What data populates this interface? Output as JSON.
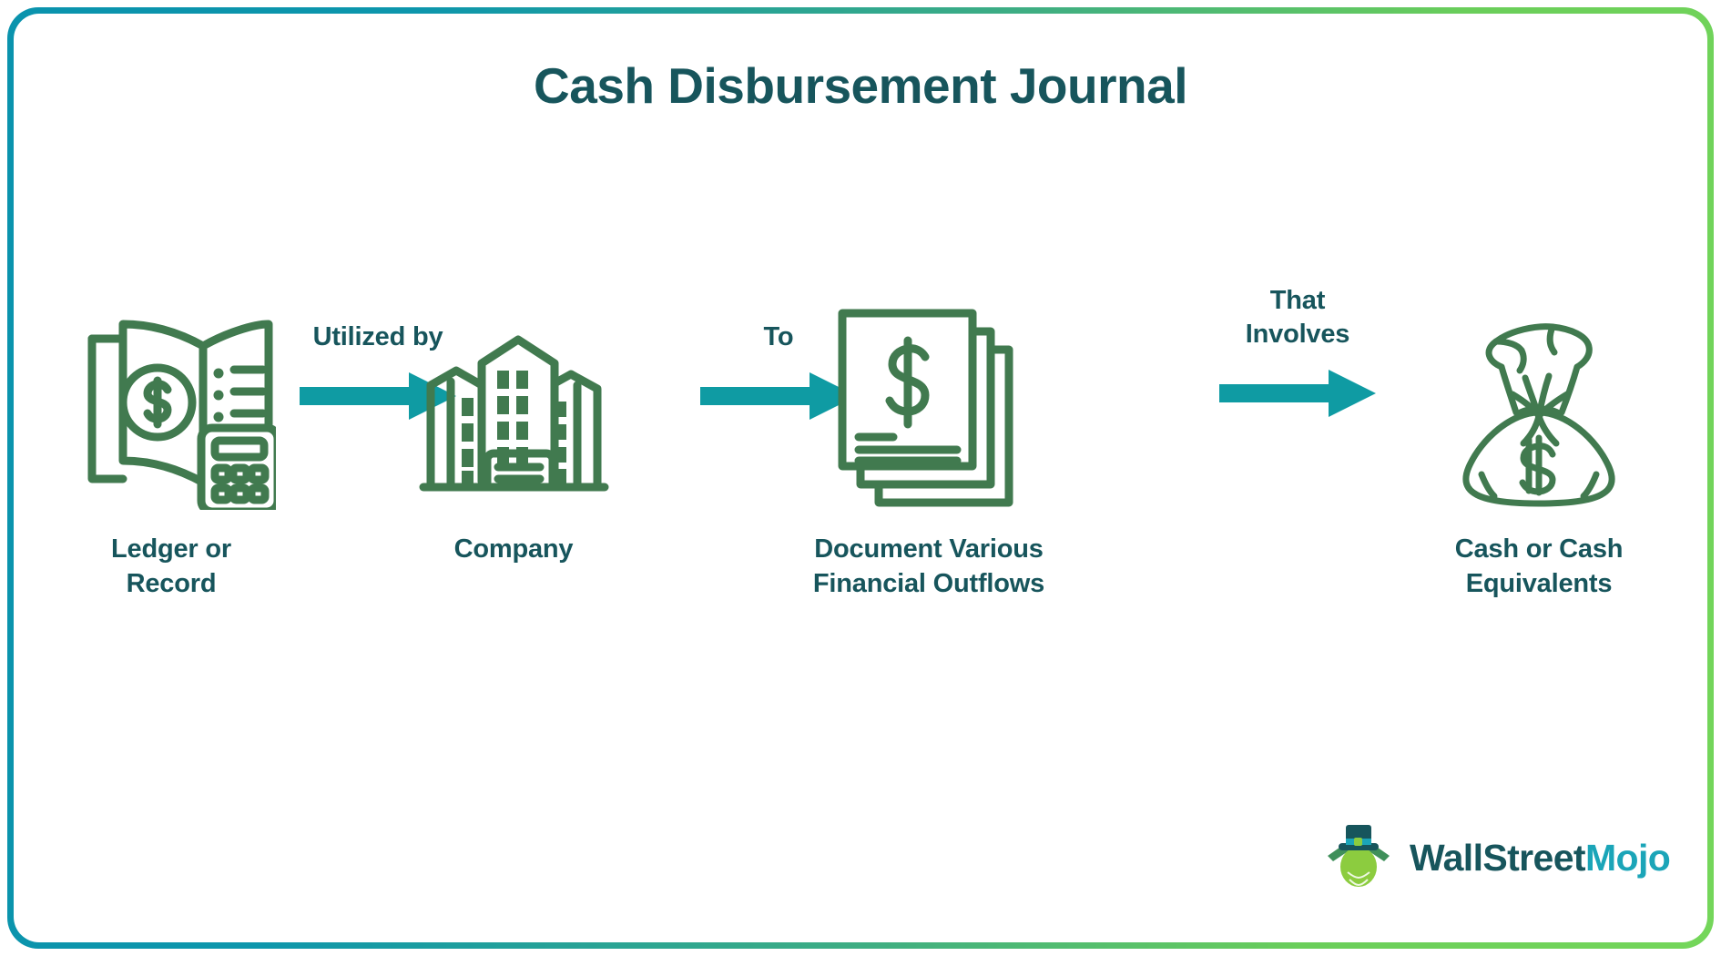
{
  "page": {
    "title": "Cash Disbursement Journal",
    "border_gradient_from": "#0a93ad",
    "border_gradient_to": "#74d65a",
    "text_color": "#17555c",
    "icon_color": "#417a4f",
    "arrow_color": "#0f9ba3"
  },
  "flow": {
    "nodes": [
      {
        "name": "ledger-or-record",
        "icon": "ledger-book-calculator-icon",
        "caption": "Ledger or\nRecord"
      },
      {
        "name": "company",
        "icon": "office-buildings-icon",
        "caption": "Company"
      },
      {
        "name": "document-various-financial-outflows",
        "icon": "stacked-documents-dollar-icon",
        "caption": "Document Various\nFinancial Outflows"
      },
      {
        "name": "cash-or-cash-equivalents",
        "icon": "money-bag-dollar-icon",
        "caption": "Cash or Cash\nEquivalents"
      }
    ],
    "connectors": [
      {
        "name": "connector-utilized-by",
        "label": "Utilized by",
        "icon": "arrow-right-icon"
      },
      {
        "name": "connector-to",
        "label": "To",
        "icon": "arrow-right-icon"
      },
      {
        "name": "connector-that-involves",
        "label": "That\nInvolves",
        "icon": "arrow-right-icon"
      }
    ]
  },
  "logo": {
    "icon": "wallstreetmojo-mascot-icon",
    "text_primary": "WallStreet",
    "text_accent": "Mojo"
  }
}
